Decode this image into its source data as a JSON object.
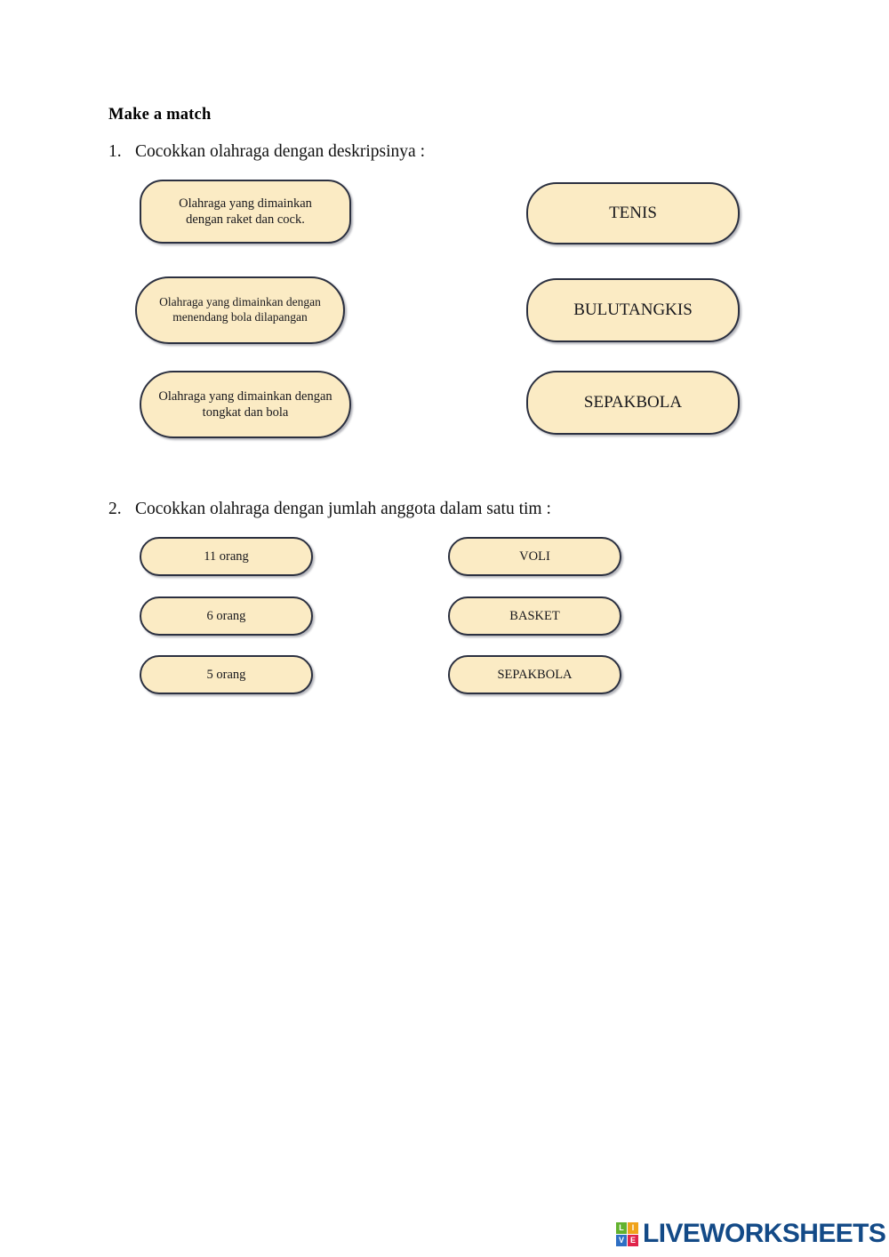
{
  "worksheet": {
    "title": "Make a match",
    "questions": [
      {
        "number": "1.",
        "prompt": "Cocokkan olahraga dengan deskripsinya :",
        "left_options": [
          "Olahraga yang dimainkan dengan raket dan cock.",
          "Olahraga yang dimainkan dengan menendang bola dilapangan",
          "Olahraga yang dimainkan dengan tongkat dan bola"
        ],
        "right_options": [
          "TENIS",
          "BULUTANGKIS",
          "SEPAKBOLA"
        ]
      },
      {
        "number": "2.",
        "prompt": "Cocokkan olahraga dengan jumlah anggota dalam satu tim :",
        "left_options": [
          "11 orang",
          "6 orang",
          "5 orang"
        ],
        "right_options": [
          "VOLI",
          "BASKET",
          "SEPAKBOLA"
        ]
      }
    ]
  },
  "footer": {
    "logo_tiles": [
      "L",
      "I",
      "V",
      "E"
    ],
    "logo_text": "LIVEWORKSHEETS"
  },
  "colors": {
    "box_fill": "#FBEBC4",
    "box_border": "#2b3040",
    "logo_blue": "#134a87",
    "tile_green": "#63b22e",
    "tile_orange": "#f0a31b",
    "tile_blue": "#2e6fc4",
    "tile_red": "#e0234a"
  }
}
